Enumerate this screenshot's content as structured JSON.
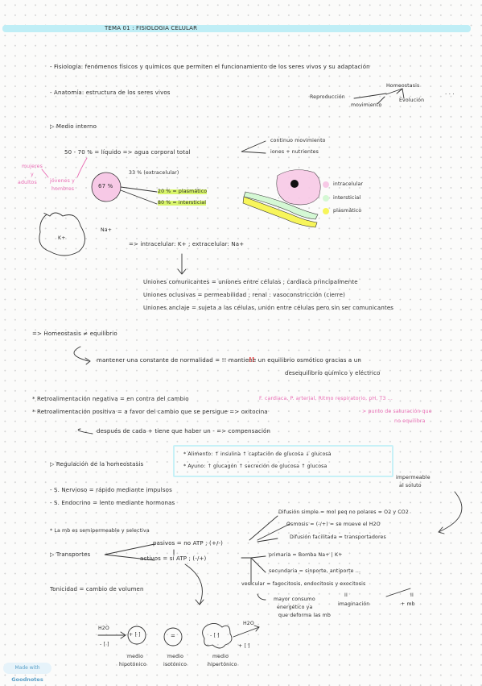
{
  "title": "TEMA 01 : FISIOLOGIA CELULAR",
  "lines": {
    "fisiologia": "- Fisiología: fenómenos físicos y químicos que permiten el funcionamiento de los seres vivos y su adaptación",
    "anatomia": "- Anatomía: estructura de los seres vivos",
    "homeostasis": "Homeostasis",
    "reproduccion": "Reproducción",
    "evolucion": "Evolución",
    "movimiento": "movimiento",
    "dots": ". . .",
    "medio_interno": "▷ Medio interno",
    "continuo": "continuo movimiento",
    "iones": "iones + nutrientes",
    "agua_total": "50 - 70 % = líquido => agua corporal total",
    "mujeres": "mujeres",
    "y": "y",
    "adultos": "adultos",
    "jovenes": "jóvenes y",
    "hombres": "hombres",
    "p67": "67 %",
    "p33": "33 % (extracelular)",
    "p20": "20 % = plasmático",
    "p80": "80 % = intersticial",
    "leg_intra": "intracelular",
    "leg_inter": "intersticial",
    "leg_plasma": "plasmático",
    "kplus": "K+",
    "naplus": "Na+",
    "intra_extra": "=> intracelular: K+ ; extracelular: Na+",
    "union1": "Uniones comunicantes = uniones entre células ; cardíaca principalmente",
    "union2": "Uniones oclusivas = permeabilidad ; renal : vasoconstricción (cierre)",
    "union3": "Uniones anclaje = sujeta a las células, unión entre células pero sin ser comunicantes",
    "homeo_neq": "=> Homeostasis ≠ equilibrio",
    "mantener": "mantener una constante de normalidad = !! mantiene un equilibrio osmótico gracias a un",
    "desequilibrio": "desequilibrio químico y eléctrico",
    "retro_neg": "* Retroalimentación negativa = en contra del cambio",
    "retro_neg_pink": "F. cardiaca, P. arterial, Ritmo respiratorio, pH, T3 ...",
    "retro_pos": "* Retroalimentación positiva = a favor del cambio que se persigue => oxitocina",
    "retro_pos_pink1": "> punto de saturación que",
    "retro_pos_pink2": "no equilibra",
    "despues": "después de cada + tiene que haber un - => compensación",
    "regulacion": "▷ Regulación de la homeostasis",
    "alimento": "* Alimento: ↑ insulina ↑ captación de glucosa ↓ glucosa",
    "ayuno": "* Ayuno: ↑ glucagón ↑ secreción de glucosa ↑ glucosa",
    "impermeable": "impermeable",
    "al_soluto": "al soluto",
    "snervioso": "- S. Nervioso = rápido mediante impulsos",
    "sendocrino": "- S. Endocrino = lento mediante hormonas",
    "difusion_simple": "Difusión simple = mol peq no polares = O2 y CO2",
    "osmosis": "Osmosis = (-/+) = se mueve el H2O",
    "difusion_facilitada": "Difusión facilitada = transportadores",
    "mb_semi": "* La mb es semipermeable y selectiva",
    "pasivos": "pasivos = no ATP ; (+/-)",
    "transportes": "▷ Transportes",
    "activos": "activos = sí ATP ; (-/+)",
    "primaria": "primaria = Bomba Na+ | K+",
    "secundaria": "secundaria = sinporte, antiporte ...",
    "vesicular": "vesicular = fagocitosis, endocitosis y exocitosis",
    "tonicidad": "Tonicidad = cambio de volumen",
    "mayor_consumo": "mayor consumo",
    "energetico": "energético ya",
    "deforma": "que deforma las mb",
    "imaginacion": "imaginación",
    "mas_mb": "+ mb",
    "eq1": "II",
    "eq2": "II",
    "h2o_left": "H2O",
    "c_left": "+ [ ]",
    "minus_c": "- [ ]",
    "equals": "=",
    "c_right": "- [ ]",
    "h2o_right": "H2O",
    "plus_c": "+ [ ]",
    "medio1a": "medio",
    "medio1b": "hipotónico",
    "medio2a": "medio",
    "medio2b": "isotónico",
    "medio3a": "medio",
    "medio3b": "hipertónico",
    "logo_made": "Made with",
    "logo_brand": "Goodnotes"
  },
  "colors": {
    "title_bar": "#bfeef6",
    "pink": "#e86ab3",
    "green_highlight": "#d8f56a",
    "legend_intra": "#f7c9e6",
    "legend_inter": "#d4f8d4",
    "legend_plasma": "#f7f55a",
    "alert_red": "#e03030"
  }
}
